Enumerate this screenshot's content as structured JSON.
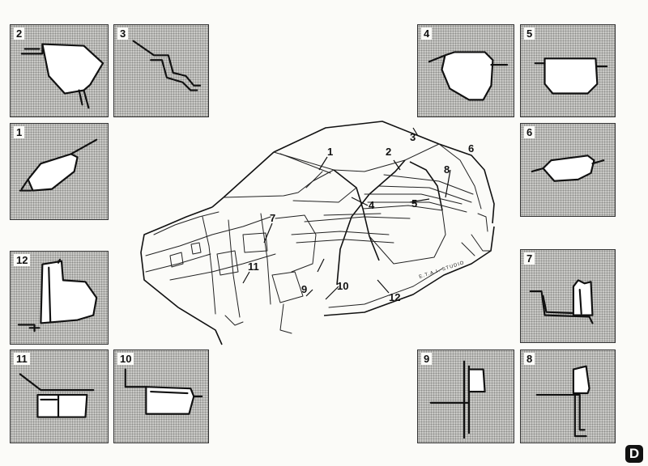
{
  "panels": {
    "p1": "1",
    "p2": "2",
    "p3": "3",
    "p4": "4",
    "p5": "5",
    "p6": "6",
    "p7": "7",
    "p8": "8",
    "p9": "9",
    "p10": "10",
    "p11": "11",
    "p12": "12"
  },
  "callouts": {
    "c1": "1",
    "c2": "2",
    "c3": "3",
    "c4": "4",
    "c5": "5",
    "c6": "6",
    "c7": "7",
    "c8": "8",
    "c9": "9",
    "c10": "10",
    "c11": "11",
    "c12": "12"
  },
  "credit": "E.T.A.I. STUDIO",
  "corner_letter": "D"
}
